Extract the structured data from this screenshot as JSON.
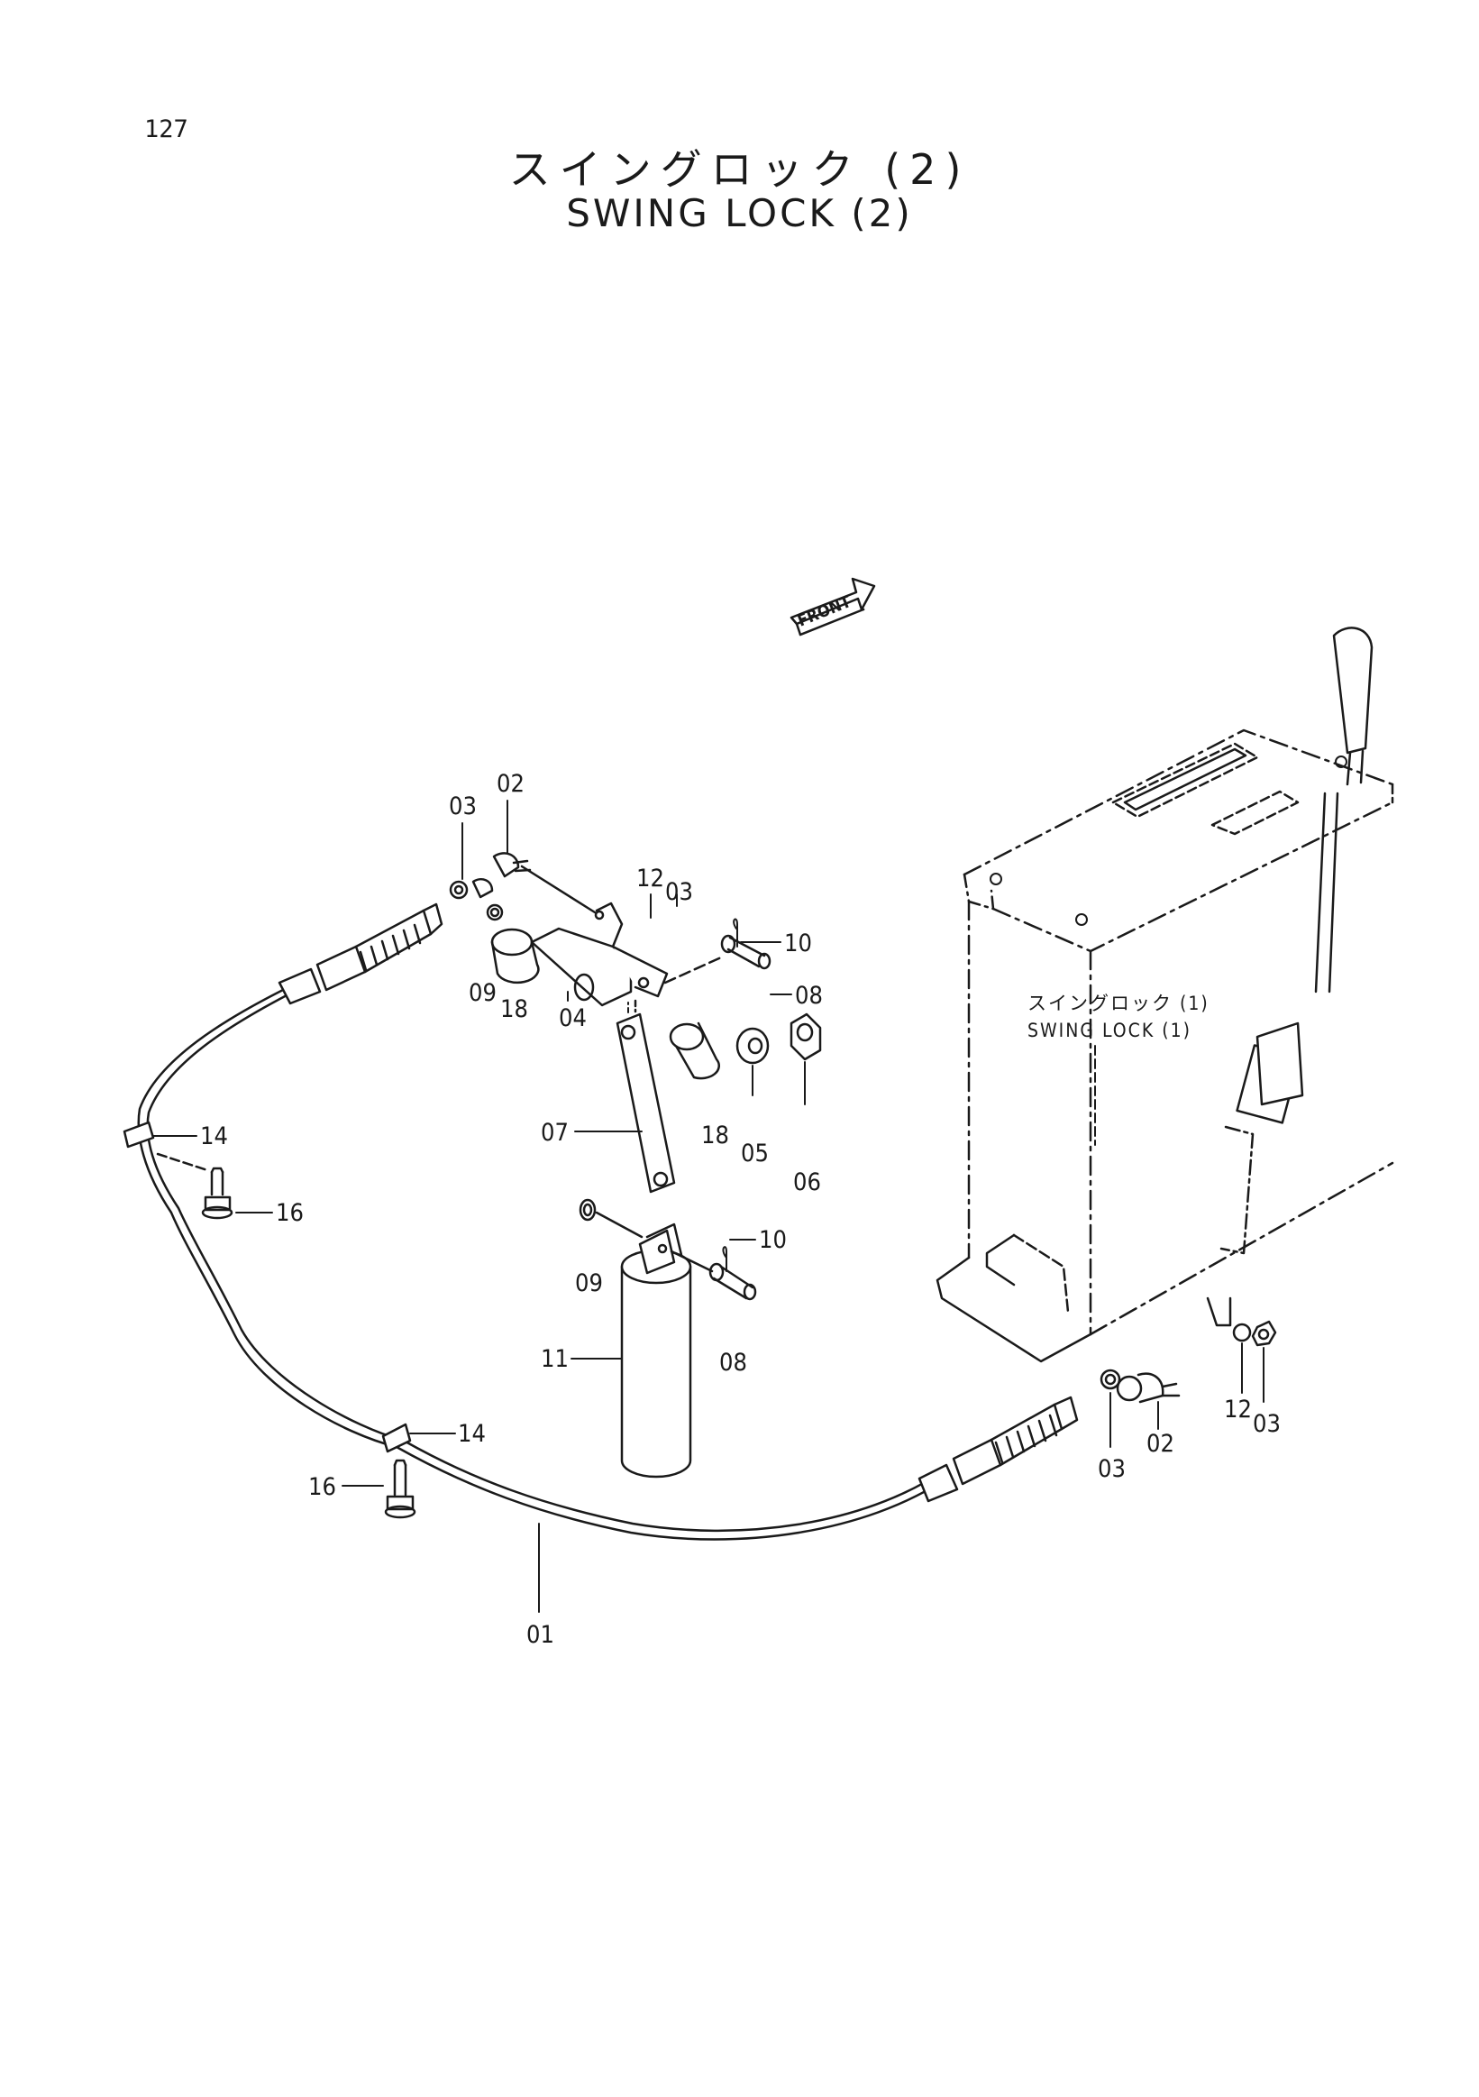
{
  "page_number": "127",
  "title_jp": "スイングロック (2)",
  "title_en": "SWING LOCK (2)",
  "front_label": "FRONT",
  "reference": {
    "jp": "スイングロック (1)",
    "en": "SWING LOCK (1)"
  },
  "callouts": {
    "c01": "01",
    "c02a": "02",
    "c02b": "02",
    "c03a": "03",
    "c03b": "03",
    "c03c": "03",
    "c03d": "03",
    "c04": "04",
    "c05": "05",
    "c06": "06",
    "c07": "07",
    "c08a": "08",
    "c08b": "08",
    "c09a": "09",
    "c09b": "09",
    "c10a": "10",
    "c10b": "10",
    "c11": "11",
    "c12a": "12",
    "c12b": "12",
    "c14a": "14",
    "c14b": "14",
    "c16a": "16",
    "c16b": "16",
    "c18a": "18",
    "c18b": "18"
  }
}
